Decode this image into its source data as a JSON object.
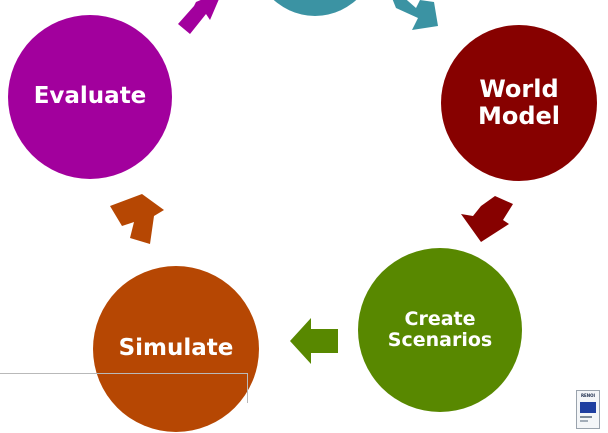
{
  "colors": {
    "top": "#3b93a3",
    "evaluate": "#a2009d",
    "world_model": "#870100",
    "create_scenarios": "#588800",
    "simulate": "#b64703"
  },
  "nodes": {
    "evaluate": {
      "label": "Evaluate"
    },
    "world_model": {
      "line1": "World",
      "line2": "Model"
    },
    "create_scenarios": {
      "line1": "Create",
      "line2": "Scenarios"
    },
    "simulate": {
      "label": "Simulate"
    }
  },
  "logo": {
    "text": "RENOI"
  },
  "icons": {
    "arrows": [
      "arrow-up-right-icon",
      "arrow-down-right-icon",
      "arrow-down-left-icon",
      "arrow-left-icon",
      "arrow-up-left-icon"
    ],
    "logo": "eu-logo-icon"
  }
}
